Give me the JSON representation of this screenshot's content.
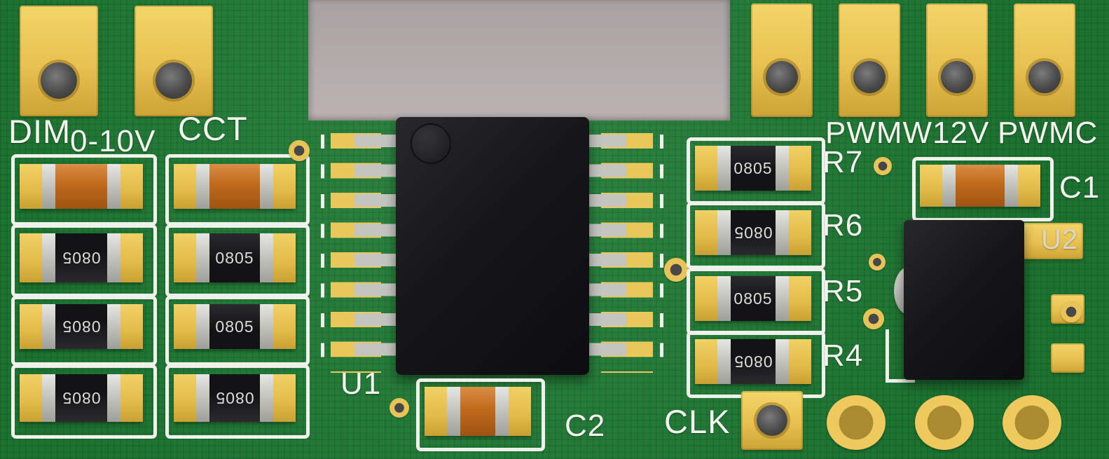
{
  "silkscreen": {
    "dim": "DIM",
    "zero_to_ten_v": "0-10V",
    "cct": "CCT",
    "u1": "U1",
    "c2": "C2",
    "clk": "CLK",
    "pwmw": "PWMW",
    "twelve_v": "12V",
    "pwmc": "PWMC",
    "r7": "R7",
    "r6": "R6",
    "r5": "R5",
    "r4": "R4",
    "c1": "C1",
    "u2": "U2"
  },
  "component_markings": {
    "resistor_0805": "0805"
  },
  "colors": {
    "board_green": "#1f7c35",
    "pad_gold": "#e8c458",
    "silkscreen_white": "#f1f1ec",
    "component_black": "#141416",
    "capacitor_orange": "#c06a1d",
    "background_gray": "#b5acae"
  }
}
